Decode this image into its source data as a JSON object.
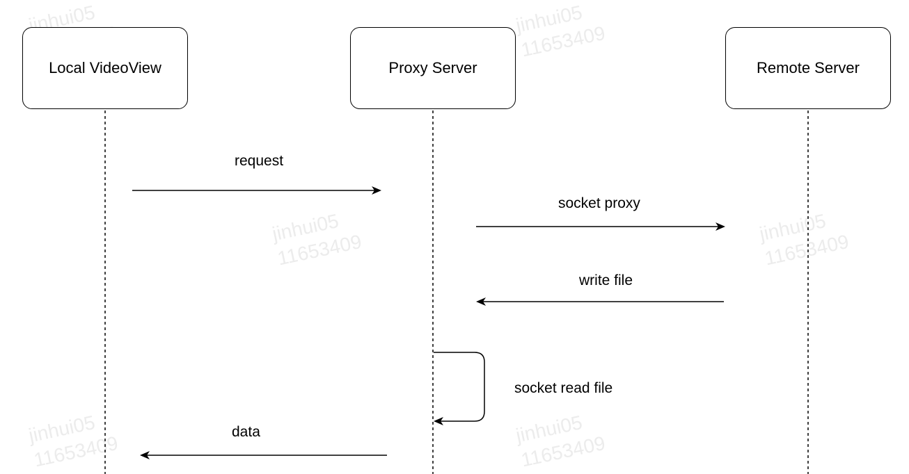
{
  "participants": [
    {
      "id": "local",
      "label": "Local VideoView"
    },
    {
      "id": "proxy",
      "label": "Proxy Server"
    },
    {
      "id": "remote",
      "label": "Remote Server"
    }
  ],
  "messages": [
    {
      "label": "request",
      "from": "local",
      "to": "proxy"
    },
    {
      "label": "socket proxy",
      "from": "proxy",
      "to": "remote"
    },
    {
      "label": "write file",
      "from": "remote",
      "to": "proxy"
    },
    {
      "label": "socket read file",
      "from": "proxy",
      "to": "proxy"
    },
    {
      "label": "data",
      "from": "proxy",
      "to": "local"
    }
  ],
  "watermark": {
    "line1": "jinhui05",
    "line2": "11653409"
  },
  "colors": {
    "line": "#000000",
    "watermark": "#ececec",
    "background": "#ffffff"
  }
}
